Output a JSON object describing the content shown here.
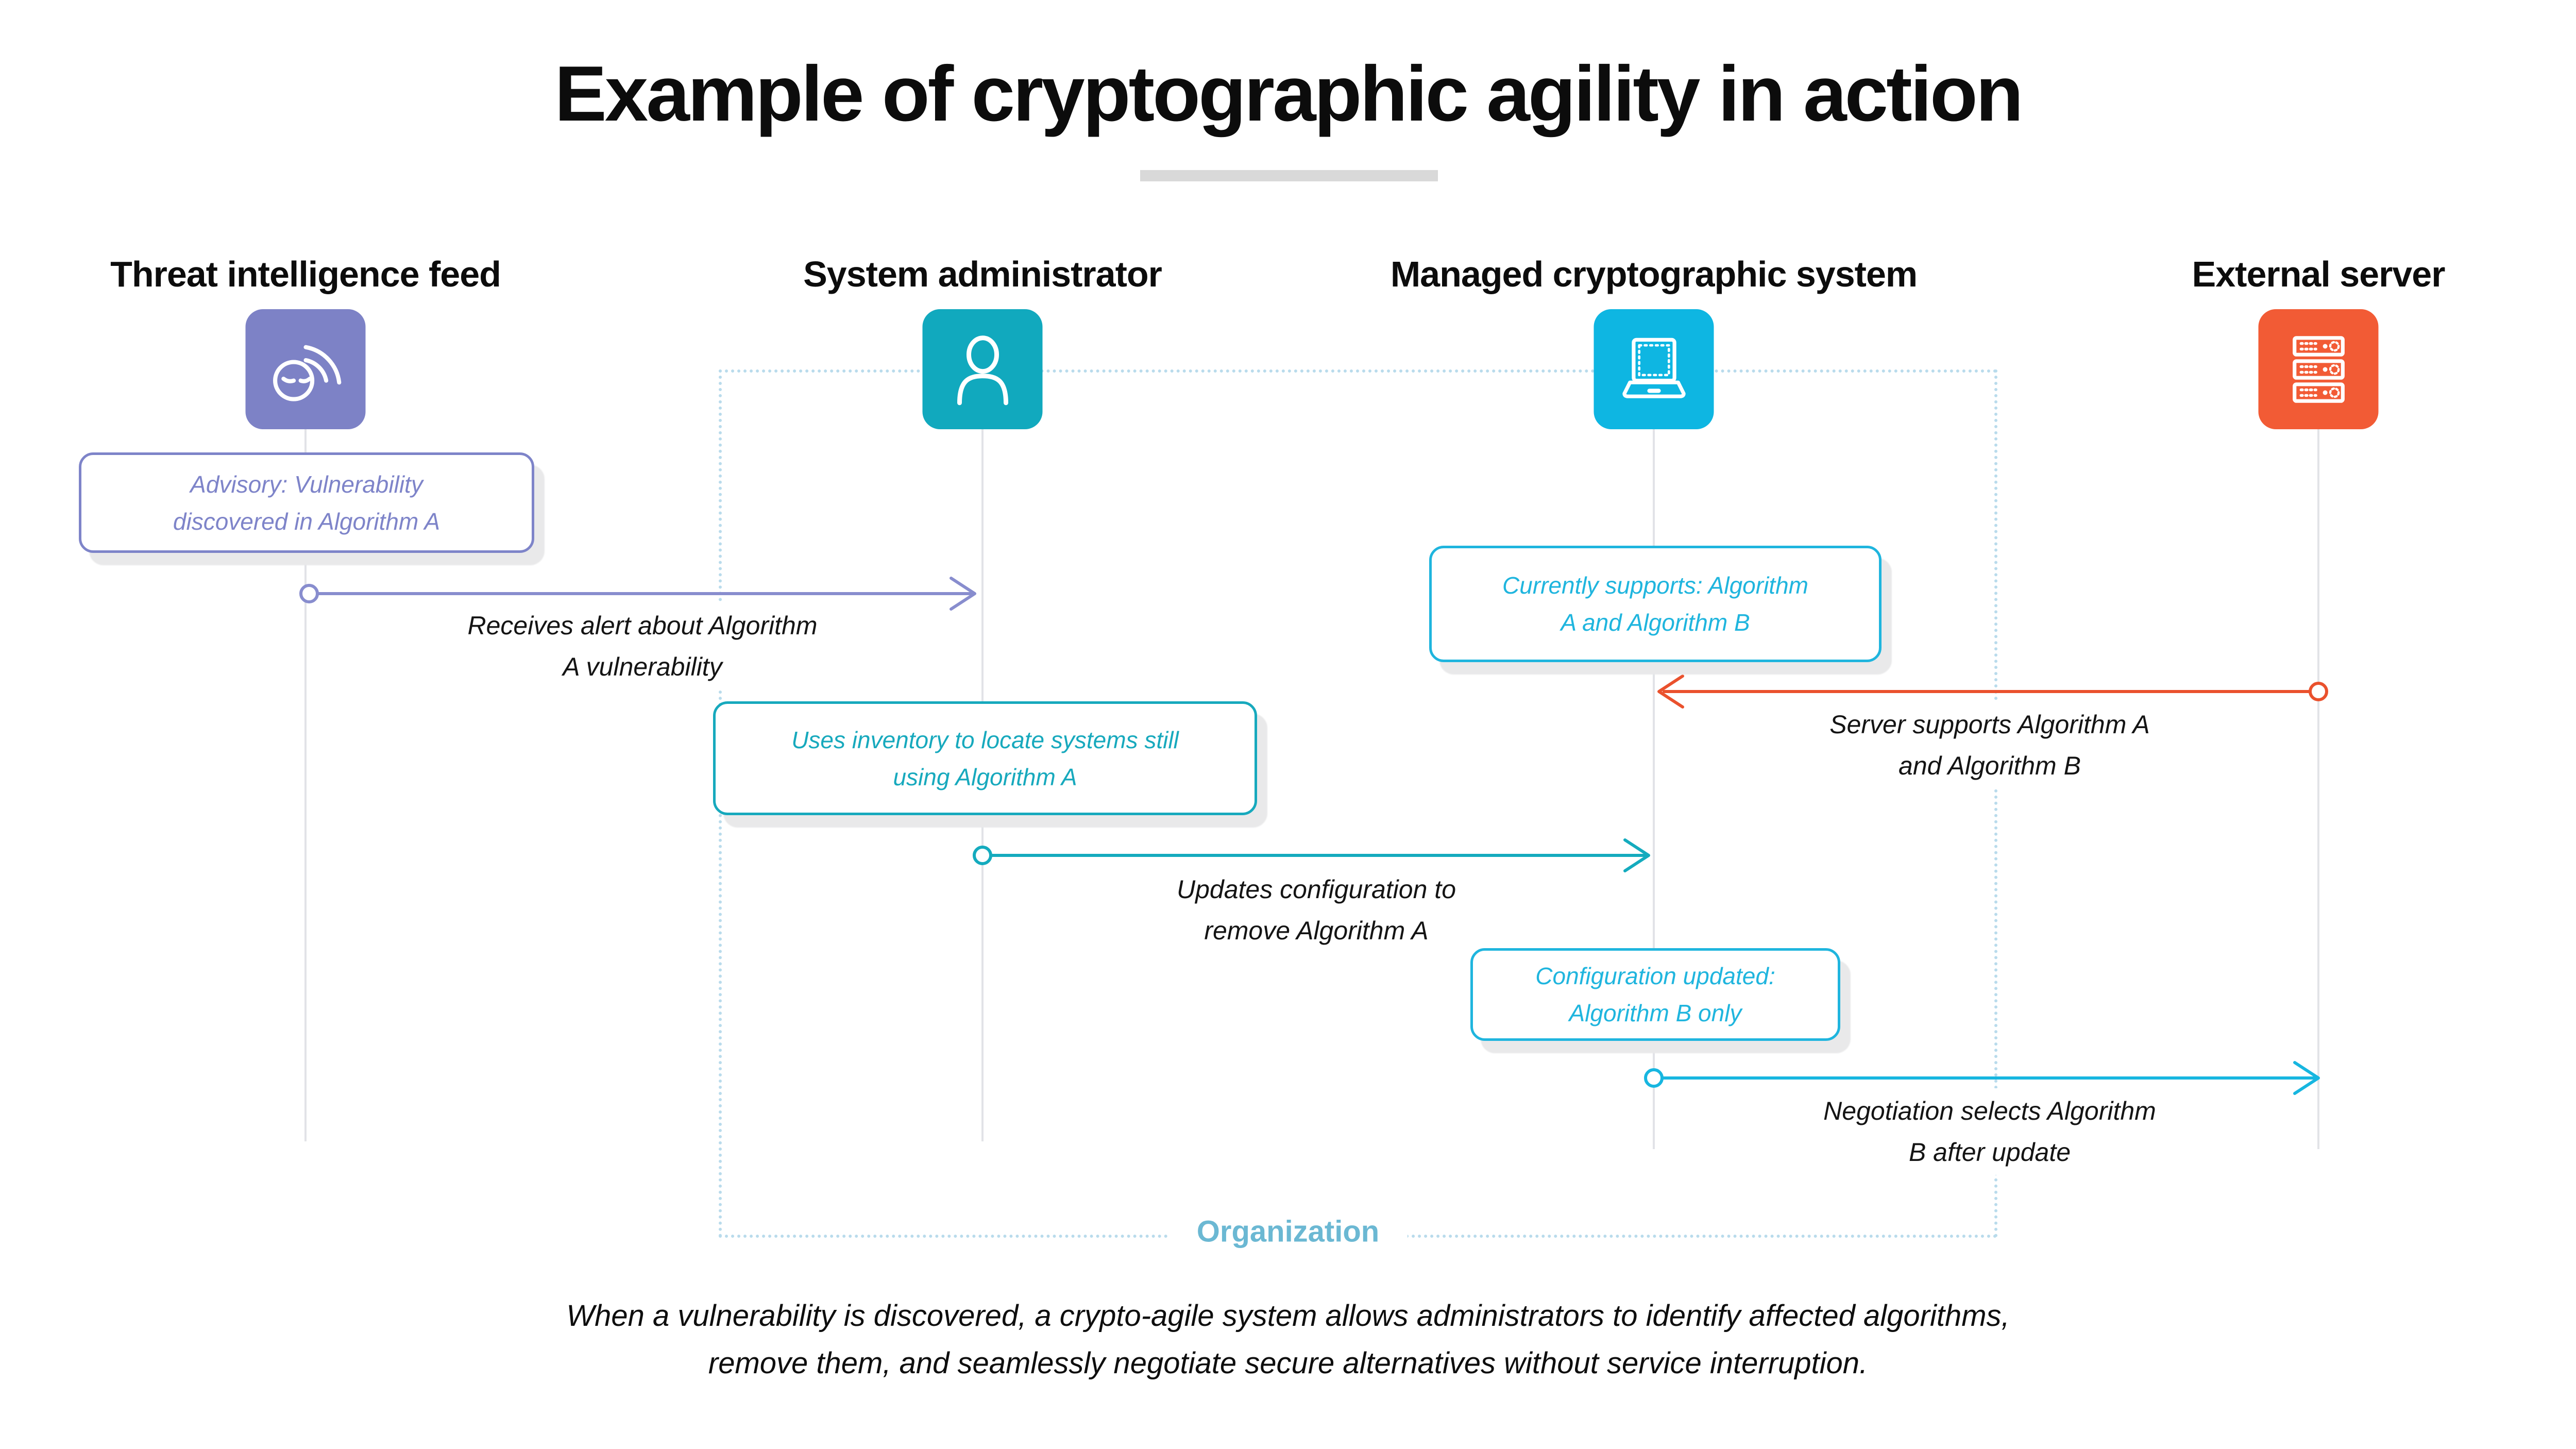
{
  "title": "Example of cryptographic agility in action",
  "actors": [
    {
      "label": "Threat intelligence feed",
      "color": "#7d82c6"
    },
    {
      "label": "System administrator",
      "color": "#11a9be"
    },
    {
      "label": "Managed cryptographic system",
      "color": "#0eb6e2"
    },
    {
      "label": "External server",
      "color": "#f25b35"
    }
  ],
  "notes": [
    {
      "line1": "Advisory: Vulnerability",
      "line2": "discovered in Algorithm A",
      "color": "#7e84c9"
    },
    {
      "line1": "Currently supports: Algorithm",
      "line2": "A and Algorithm B",
      "color": "#1fb5de"
    },
    {
      "line1": "Uses inventory to locate systems still",
      "line2": "using Algorithm A",
      "color": "#17a9bd"
    },
    {
      "line1": "Configuration updated:",
      "line2": "Algorithm B only",
      "color": "#1fb5de"
    }
  ],
  "messages": [
    {
      "line1": "Receives alert about Algorithm",
      "line2": "A vulnerability",
      "color": "#888dce"
    },
    {
      "line1": "Server supports Algorithm A",
      "line2": "and Algorithm B",
      "color": "#ea512d"
    },
    {
      "line1": "Updates configuration to",
      "line2": "remove Algorithm A",
      "color": "#14abbe"
    },
    {
      "line1": "Negotiation selects Algorithm",
      "line2": "B after update",
      "color": "#17b6e0"
    }
  ],
  "organization": {
    "label": "Organization",
    "label_color": "#6bb8d3",
    "border_color": "#b9dbec"
  },
  "caption": {
    "line1": "When a vulnerability is discovered, a crypto-agile system allows administrators to identify affected algorithms,",
    "line2": "remove them, and seamlessly negotiate secure alternatives without service interruption."
  }
}
